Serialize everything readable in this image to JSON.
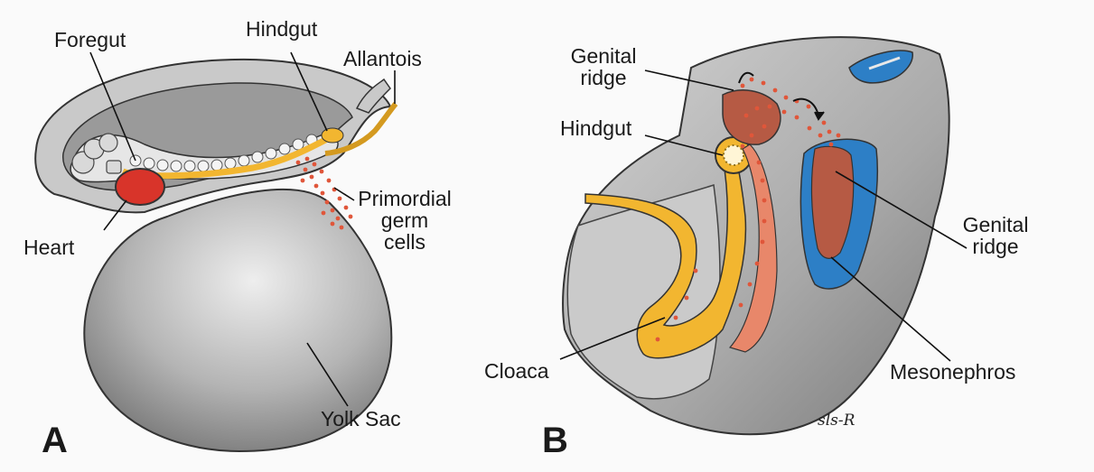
{
  "panels": {
    "a": {
      "letter": "A",
      "labels": {
        "foregut": "Foregut",
        "hindgut": "Hindgut",
        "allantois": "Allantois",
        "heart": "Heart",
        "primordial_germ_cells": [
          "Primordial",
          "germ",
          "cells"
        ],
        "yolk_sac": "Yolk Sac"
      }
    },
    "b": {
      "letter": "B",
      "labels": {
        "genital_ridge_top": [
          "Genital",
          "ridge"
        ],
        "hindgut": "Hindgut",
        "genital_ridge_right": [
          "Genital",
          "ridge"
        ],
        "cloaca": "Cloaca",
        "mesonephros": "Mesonephros"
      },
      "signature": "sls-R"
    }
  },
  "colors": {
    "gut": "#f2b630",
    "heart": "#d8342a",
    "germ_cells": "#e0563a",
    "genital_ridge": "#b65a44",
    "mesonephros": "#2d7fc6",
    "tissue_gray": "#bdbdbd"
  }
}
